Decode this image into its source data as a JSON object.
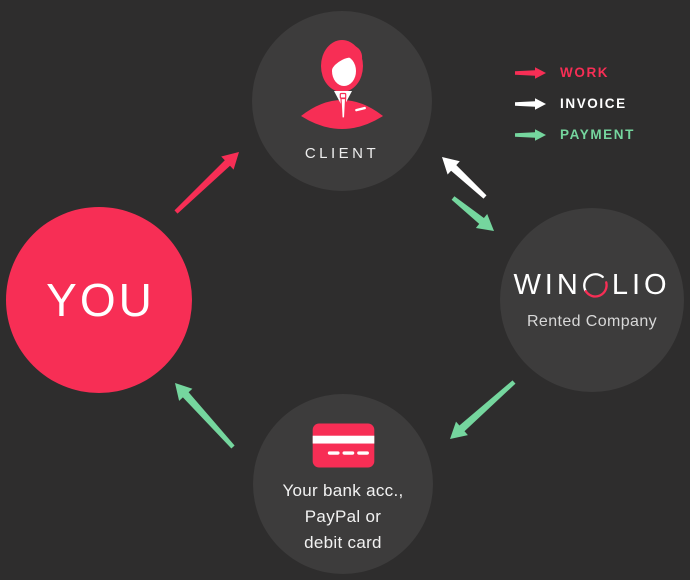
{
  "colors": {
    "background": "#2e2d2d",
    "node_gray": "#3d3c3c",
    "pink": "#f72e55",
    "green": "#75d69e",
    "white": "#ffffff",
    "subtitle_gray": "#d8d8d8"
  },
  "nodes": {
    "client": {
      "label": "CLIENT"
    },
    "you": {
      "label": "YOU"
    },
    "winglio": {
      "brand_left": "WIN",
      "brand_right": "LIO",
      "subtitle": "Rented Company"
    },
    "bank": {
      "lines": [
        "Your bank acc.,",
        "PayPal or",
        "debit card"
      ]
    }
  },
  "legend": {
    "items": [
      {
        "label": "WORK",
        "color": "#f72e55",
        "icon": "work-arrow-icon"
      },
      {
        "label": "INVOICE",
        "color": "#ffffff",
        "icon": "invoice-arrow-icon"
      },
      {
        "label": "PAYMENT",
        "color": "#75d69e",
        "icon": "payment-arrow-icon"
      }
    ]
  },
  "arrows": [
    {
      "name": "work-arrow-you-to-client",
      "color": "#f72e55",
      "from": [
        176,
        212
      ],
      "to": [
        239,
        152
      ]
    },
    {
      "name": "invoice-arrow-winglio-to-client",
      "color": "#ffffff",
      "from": [
        485,
        197
      ],
      "to": [
        442,
        157
      ]
    },
    {
      "name": "payment-arrow-client-to-winglio",
      "color": "#75d69e",
      "from": [
        453,
        198
      ],
      "to": [
        494,
        231
      ]
    },
    {
      "name": "payment-arrow-winglio-to-bank",
      "color": "#75d69e",
      "from": [
        514,
        382
      ],
      "to": [
        450,
        439
      ]
    },
    {
      "name": "payment-arrow-bank-to-you",
      "color": "#75d69e",
      "from": [
        233,
        447
      ],
      "to": [
        175,
        383
      ]
    }
  ]
}
